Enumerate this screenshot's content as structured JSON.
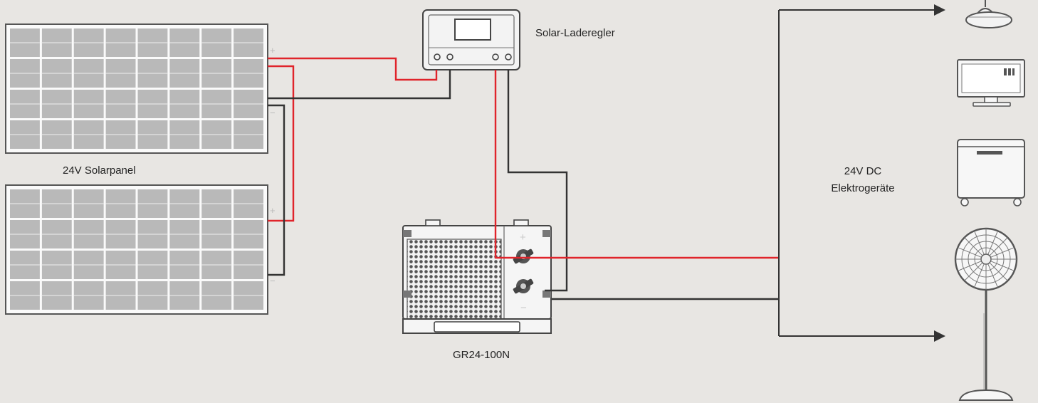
{
  "labels": {
    "panel": "24V Solarpanel",
    "controller": "Solar-Laderegler",
    "battery": "GR24-100N",
    "appliances_line1": "24V DC",
    "appliances_line2": "Elektrogeräte"
  },
  "signs": {
    "plus": "+",
    "minus": "−"
  },
  "colors": {
    "background": "#e8e6e3",
    "positive_wire": "#e0242b",
    "negative_wire": "#333333",
    "outline": "#4a4a4a",
    "panel_cell": "#b9b9b9",
    "panel_grid": "#e4e4e4"
  },
  "icons": [
    "solar-panel-icon",
    "charge-controller-icon",
    "battery-icon",
    "ceiling-lamp-icon",
    "monitor-icon",
    "fridge-icon",
    "standing-fan-icon"
  ]
}
